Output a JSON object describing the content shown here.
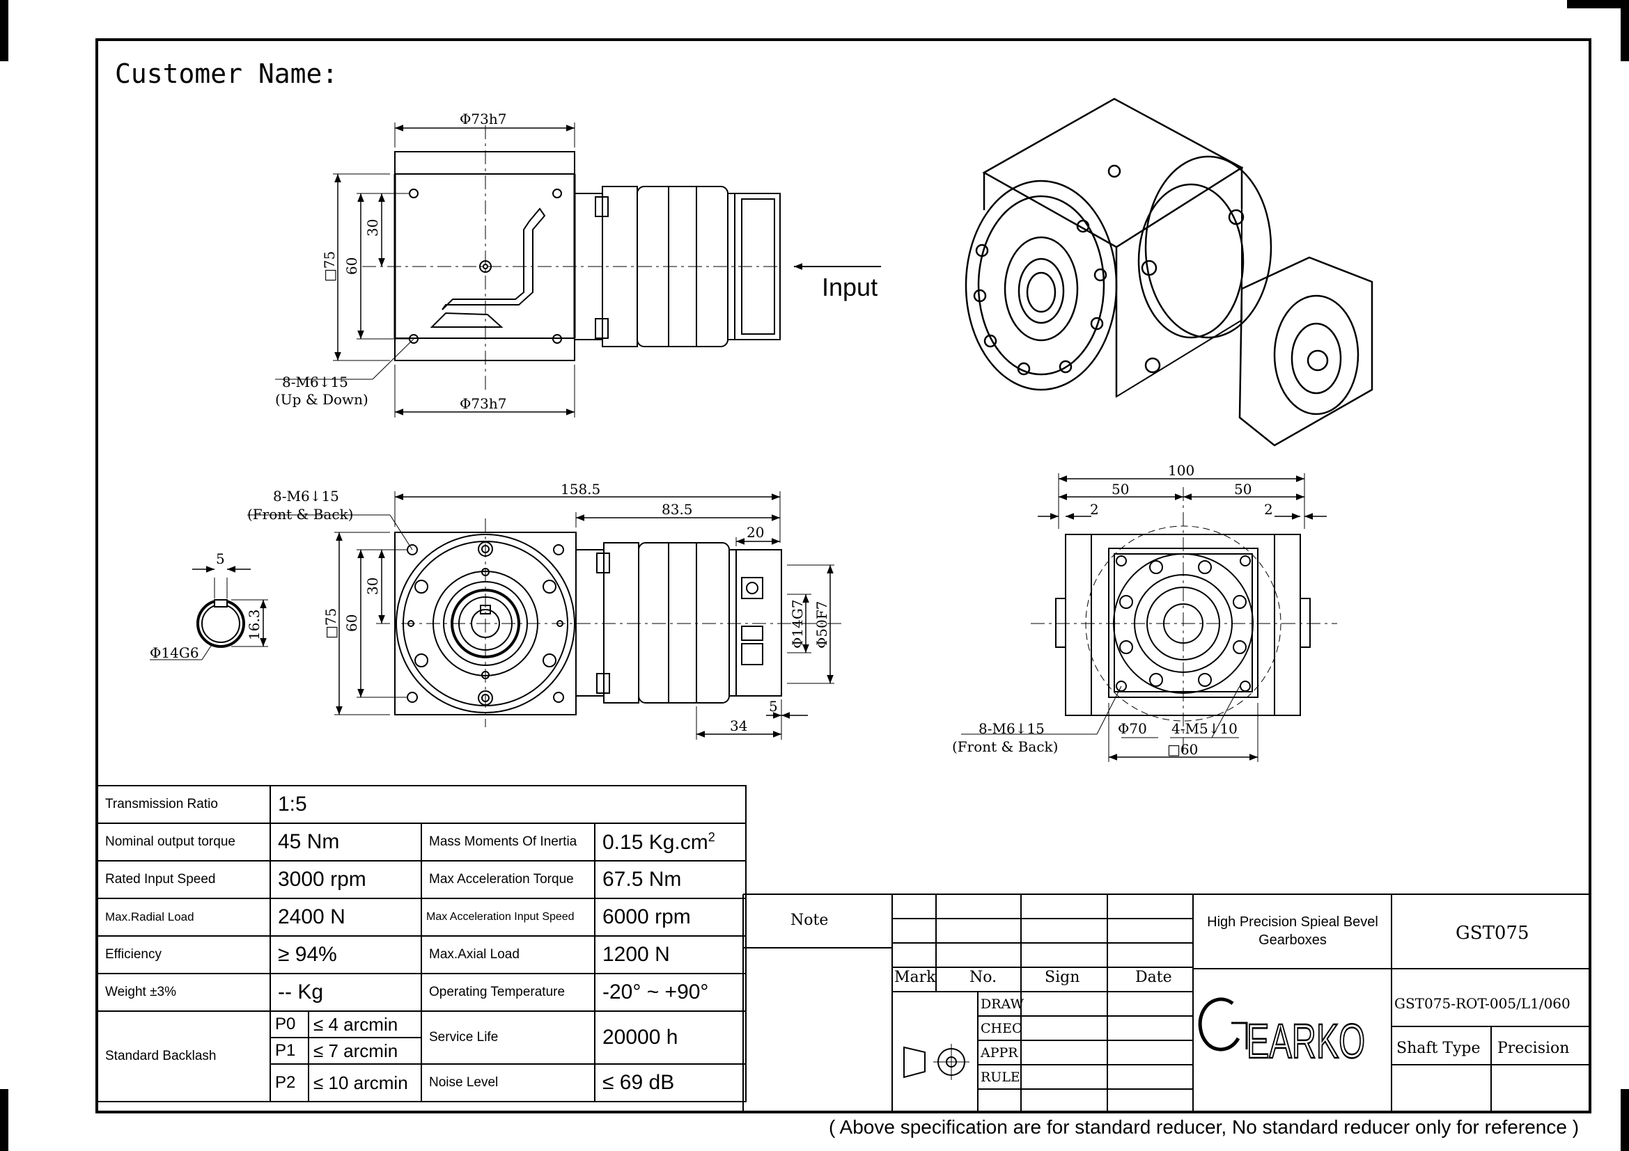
{
  "header": {
    "customer_label": "Customer Name:"
  },
  "views": {
    "top": {
      "dim_top": "Φ73h7",
      "dim_bottom": "Φ73h7",
      "dim_square": "□75",
      "dim_60": "60",
      "dim_30": "30",
      "hole_note_1": "8-M6↓15",
      "hole_note_2": "(Up & Down)",
      "input_label": "Input"
    },
    "front": {
      "dim_158": "158.5",
      "dim_83": "83.5",
      "dim_20": "20",
      "dim_34": "34",
      "dim_5": "5",
      "dim_square": "□75",
      "dim_60": "60",
      "dim_30": "30",
      "dim_14g7": "Φ14G7",
      "dim_50f7": "Φ50F7",
      "hole_note_1": "8-M6↓15",
      "hole_note_2": "(Front & Back)"
    },
    "shaft": {
      "dim_5": "5",
      "dim_163": "16.3",
      "dim_14g6": "Φ14G6"
    },
    "side": {
      "dim_100": "100",
      "dim_50_left": "50",
      "dim_50_right": "50",
      "dim_2_left": "2",
      "dim_2_right": "2",
      "dim_70": "Φ70",
      "dim_m5": "4-M5↓10",
      "dim_60": "□60",
      "hole_note_1": "8-M6↓15",
      "hole_note_2": "(Front & Back)"
    }
  },
  "spec_table": {
    "transmission_ratio": {
      "label": "Transmission Ratio",
      "value": "1:5"
    },
    "rows": [
      {
        "label": "Nominal output torque",
        "value": "45 Nm",
        "label2": "Mass Moments Of Inertia",
        "value2": "0.15 Kg.cm",
        "value2_sup": "2"
      },
      {
        "label": "Rated Input Speed",
        "value": "3000 rpm",
        "label2": "Max Acceleration Torque",
        "value2": "67.5 Nm"
      },
      {
        "label": "Max.Radial Load",
        "value": "2400 N",
        "label2": "Max Acceleration Input Speed",
        "value2": "6000 rpm"
      },
      {
        "label": "Efficiency",
        "value": "≥ 94%",
        "label2": "Max.Axial Load",
        "value2": "1200 N"
      },
      {
        "label": "Weight ±3%",
        "value": "-- Kg",
        "label2": "Operating Temperature",
        "value2": "-20° ~ +90°"
      }
    ],
    "backlash": {
      "label": "Standard Backlash",
      "levels": [
        {
          "key": "P0",
          "value": "≤ 4 arcmin"
        },
        {
          "key": "P1",
          "value": "≤ 7 arcmin"
        },
        {
          "key": "P2",
          "value": "≤ 10 arcmin"
        }
      ],
      "service_label": "Service Life",
      "service_value": "20000 h",
      "noise_label": "Noise Level",
      "noise_value": "≤ 69 dB"
    }
  },
  "title_block": {
    "note_label": "Note",
    "revision_headers": [
      "Mark",
      "No.",
      "Sign",
      "Date"
    ],
    "approvals": [
      "DRAW",
      "CHEC",
      "APPR",
      "RULE"
    ],
    "product_name": "High Precision Spieal Bevel Gearboxes",
    "model": "GST075",
    "drawing_no": "GST075-ROT-005/L1/060",
    "shaft_type_label": "Shaft Type",
    "shaft_type_value": "Precision",
    "logo_text": "GEARKO"
  },
  "footer": {
    "note": "( Above specification are for standard reducer, No standard reducer only for reference )"
  }
}
